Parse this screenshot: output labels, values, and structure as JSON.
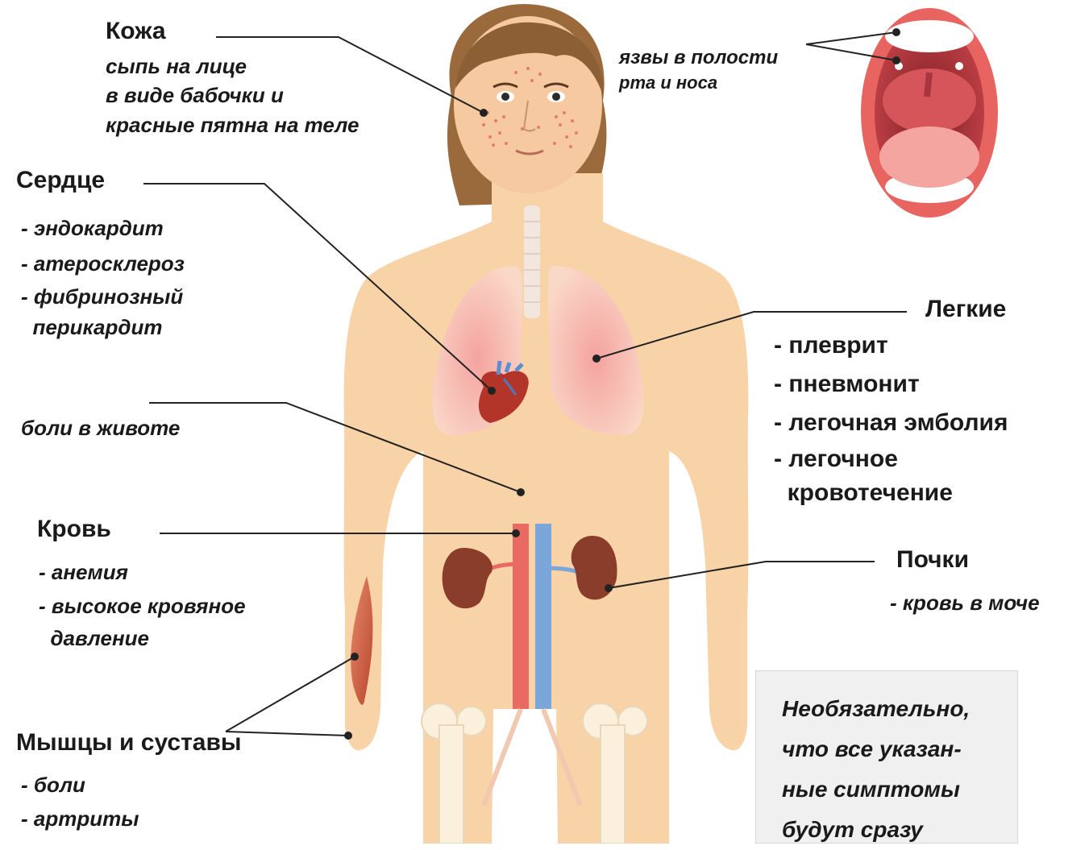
{
  "labels": {
    "skin": {
      "title": "Кожа",
      "lines": [
        "сыпь на лице",
        "в виде бабочки и",
        "красные пятна на теле"
      ]
    },
    "mouth": {
      "lines": [
        "язвы в полости",
        "рта и носа"
      ]
    },
    "heart": {
      "title": "Сердце",
      "lines": [
        "- эндокардит",
        "- атеросклероз",
        "- фибринозный",
        "  перикардит"
      ]
    },
    "lungs": {
      "title": "Легкие",
      "lines": [
        "- плеврит",
        "- пневмонит",
        "- легочная эмболия",
        "- легочное",
        "  кровотечение"
      ]
    },
    "abdomen": {
      "text": "боли в животе"
    },
    "blood": {
      "title": "Кровь",
      "lines": [
        "- анемия",
        "- высокое кровяное",
        "  давление"
      ]
    },
    "kidneys": {
      "title": "Почки",
      "lines": [
        "- кровь в моче"
      ]
    },
    "muscles": {
      "title": "Мышцы и суставы",
      "lines": [
        "- боли",
        "- артриты"
      ]
    }
  },
  "note": {
    "lines": [
      "Необязательно,",
      "что все указан-",
      "ные симптомы",
      "будут сразу"
    ]
  },
  "colors": {
    "skin": "#f9d3a8",
    "hair": "#9b6a3c",
    "lung": "#f5b6b0",
    "artery": "#e86a62",
    "vein": "#7ba6d9",
    "kidney": "#8b3d2c",
    "bone": "#faf0dc",
    "text": "#1a1a1a"
  }
}
